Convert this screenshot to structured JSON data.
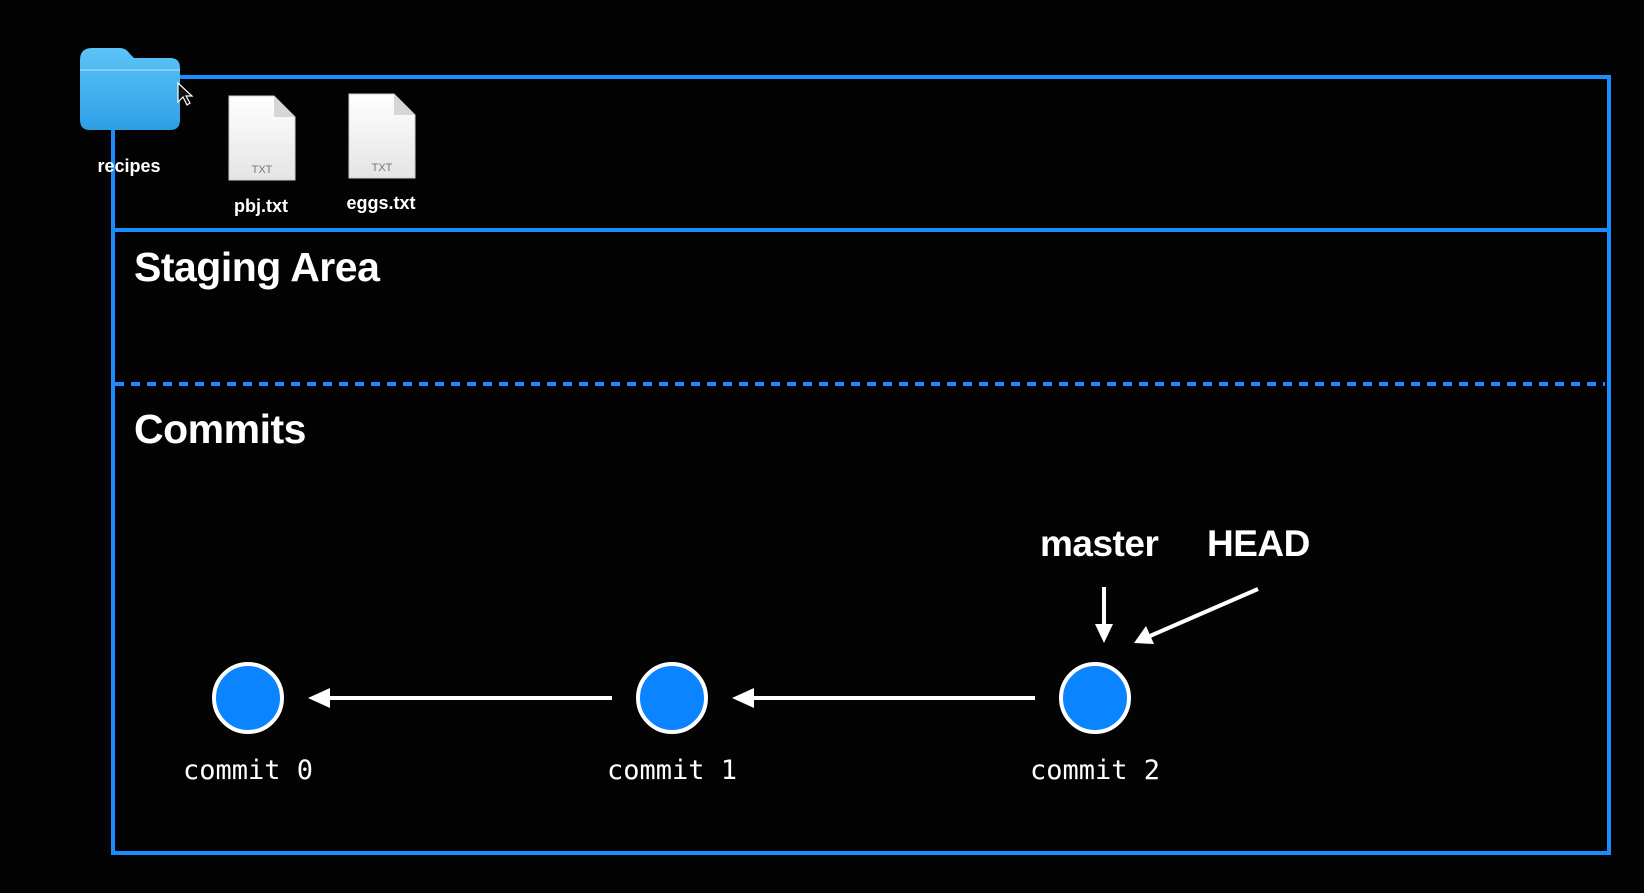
{
  "working_directory": {
    "folder_name": "recipes",
    "files": [
      {
        "name": "pbj.txt",
        "icon": "txt-file-icon",
        "badge": "TXT"
      },
      {
        "name": "eggs.txt",
        "icon": "txt-file-icon",
        "badge": "TXT"
      }
    ]
  },
  "staging": {
    "title": "Staging Area"
  },
  "commits": {
    "title": "Commits",
    "items": [
      {
        "label": "commit 0"
      },
      {
        "label": "commit 1"
      },
      {
        "label": "commit 2"
      }
    ],
    "pointers": [
      {
        "label": "master",
        "target": "commit 2"
      },
      {
        "label": "HEAD",
        "target": "commit 2"
      }
    ]
  },
  "colors": {
    "background": "#030303",
    "box_border": "#1a8cff",
    "node_fill": "#0a84ff",
    "node_stroke": "#ffffff",
    "folder": "#3fb0f0",
    "text": "#ffffff"
  }
}
